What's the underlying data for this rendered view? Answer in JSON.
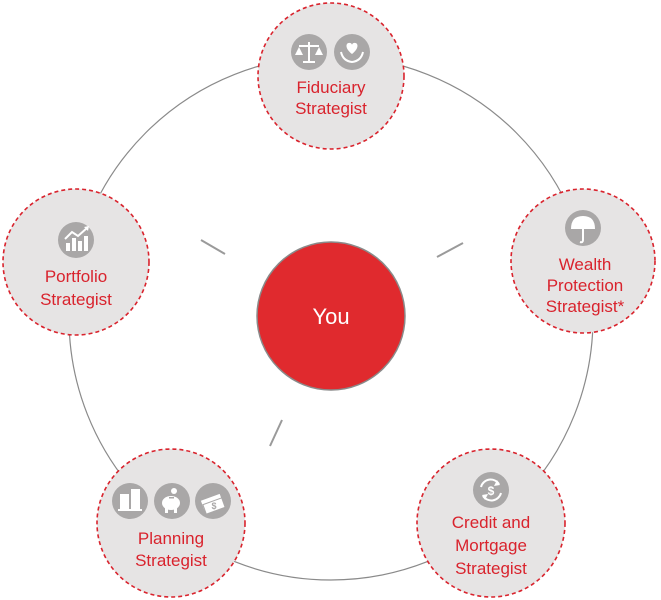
{
  "center": {
    "label": "You"
  },
  "nodes": [
    {
      "id": "fiduciary",
      "label_lines": [
        "Fiduciary",
        "Strategist"
      ],
      "icons": [
        "scales-icon",
        "hand-heart-icon"
      ]
    },
    {
      "id": "wealth-protection",
      "label_lines": [
        "Wealth",
        "Protection",
        "Strategist*"
      ],
      "icons": [
        "umbrella-icon"
      ]
    },
    {
      "id": "credit-mortgage",
      "label_lines": [
        "Credit and",
        "Mortgage",
        "Strategist"
      ],
      "icons": [
        "dollar-cycle-icon"
      ]
    },
    {
      "id": "planning",
      "label_lines": [
        "Planning",
        "Strategist"
      ],
      "icons": [
        "buildings-icon",
        "piggy-bank-icon",
        "money-stack-icon"
      ]
    },
    {
      "id": "portfolio",
      "label_lines": [
        "Portfolio",
        "Strategist"
      ],
      "icons": [
        "growth-chart-icon"
      ]
    }
  ],
  "colors": {
    "accent": "#d9232d",
    "center_fill": "#e02a2e",
    "node_fill": "#e6e4e4",
    "icon_fill": "#a9a7a7",
    "ring": "#8a8a8a"
  }
}
